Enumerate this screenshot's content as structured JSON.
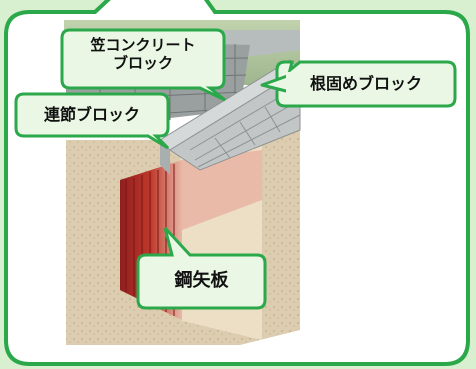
{
  "labels": {
    "kasa_block": [
      "笠コンクリート",
      "ブロック"
    ],
    "negatame_block": "根固めブロック",
    "renmaku_block": "連節ブロック",
    "kouyaita": "鋼矢板"
  },
  "colors": {
    "background": "#d8f0cf",
    "callout_fill": "#e9f7e4",
    "callout_stroke": "#2aa84a",
    "soil": "#d9c9a9",
    "steel_sheet_pile": "#c0392b",
    "concrete": "#c9cccc",
    "grass": "#5c8a3a"
  }
}
